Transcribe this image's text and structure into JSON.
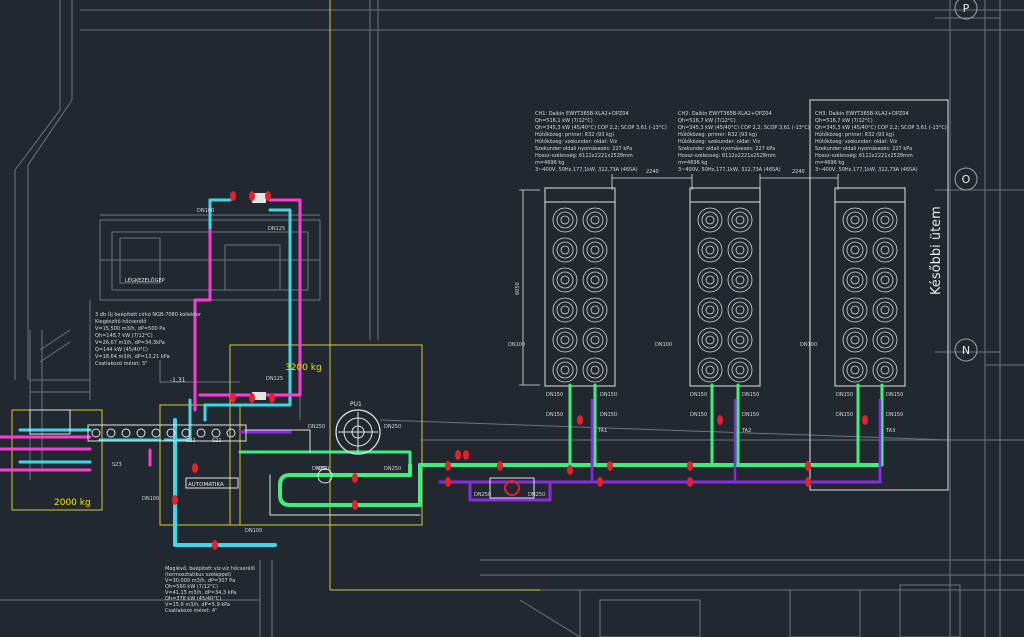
{
  "grid_markers": [
    "P",
    "O",
    "N"
  ],
  "chillers": [
    {
      "id": "CH1",
      "spec": [
        "CH1: Daikin EWYT365B-XLA2+OPZ04",
        "Qh=516,1 kW (7/12°C)",
        "Qh=345,3 kW (45/40°C) COP 2,2; SCOP 3,61 (-13°C)",
        "Hűtőközeg: primer: R32 (93 kg)",
        "Hűtőközeg: szekunder: oldat: Víz",
        "Szekunder oldali nyomásesés: 227 kPa",
        "Hossz-szélesség: 6112x2221x2528mm",
        "m=4696 kg"
      ],
      "power": "3~400V, 50Hz,177,1kW, 312,73A (465A)",
      "tag": "TA1"
    },
    {
      "id": "CH2",
      "spec": [
        "CH2: Daikin EWYT365B-XLA2+OPZ04",
        "Qh=516,7 kW (7/12°C)",
        "Qh=345,3 kW (45/40°C) COP 2,2; SCOP 3,61 (-13°C)",
        "Hűtőközeg: primer: R32 (93 kg)",
        "Hűtőközeg: szekunder: oldat: Víz",
        "Szekunder oldali nyomásesés: 227 kPa",
        "Hossz-szélesség: 6112x2221x2528mm",
        "m=4696 kg"
      ],
      "power": "3~400V, 50Hz,177,1kW, 312,73A (465A)",
      "tag": "TA2"
    },
    {
      "id": "CH3",
      "spec": [
        "CH3: Daikin EWYT365B-XLA2+OPZ04",
        "Qh=516,7 kW (7/12°C)",
        "Qh=345,3 kW (45/40°C) COP 2,2; SCOP 3,61 (-13°C)",
        "Hűtőközeg: primer: R32 (93 kg)",
        "Hűtőközeg: szekunder: oldat: Víz",
        "Szekunder oldali nyomásesés: 227 kPa",
        "Hossz-szélesség: 6112x2221x2528mm",
        "m=4696 kg"
      ],
      "power": "3~400V, 50Hz,177,1kW, 312,73A (465A)",
      "tag": "TA3"
    }
  ],
  "dim_spacing": [
    "2240",
    "2240"
  ],
  "dim_height": "6050",
  "later_phase": "Későbbi ütem",
  "pu_label": "PU1",
  "storage_3200": "3200 kg",
  "storage_2000": "2000 kg",
  "ahu_room": "LÉGKEZELŐGÉP",
  "elevation": "-1,31",
  "automatika": "AUTOMATIKA",
  "note_top": [
    "3 db Új beépített cirkó NGB-7080 kollektor",
    "Kiegészítő hőcserélő",
    "V=15,500 m3/h, dP=500 Pa",
    "Qh=148,7 kW (7/12°C)",
    "V=26,67 m3/h, dP=34,3kPa",
    "Q=144 kW (45/40°C)",
    "V=18,64 m3/h, dP=13,21 kPa",
    "Csatlakozó méret: 3\""
  ],
  "note_bottom": [
    "Meglévő, beépített víz-víz hőcserélő",
    "(termosztatikus szeleppel)",
    "V=30,000 m3/h, dP=307 Pa",
    "Qh=560 kW (7/12°C)",
    "V=41,15 m3/h, dP=34,3 kPa",
    "Qh=378 kW (45/40°C)",
    "V=15,9 m3/h, dP=5,9 kPa",
    "Csatlakozó méret: 4\""
  ],
  "pipe_labels": {
    "dn100_top": "DN100",
    "dn125_top": "DN125",
    "dn125_mid": "DN125",
    "dn250_a": "DN250",
    "dn250_b": "DN250",
    "dn250_c": "DN250",
    "dn250_d": "DN250",
    "dn250_e": "DN250",
    "dn250_f": "DN250",
    "dn150_a": "DN150",
    "dn150_b": "DN150",
    "dn150_c": "DN150",
    "dn150_d": "DN150",
    "dn150_e": "DN150",
    "dn150_f": "DN150",
    "dn150_g": "DN150",
    "dn150_h": "DN150",
    "dn150_i": "DN150",
    "dn150_j": "DN150",
    "dn150_k": "DN150",
    "dn150_l": "DN150",
    "dn100_r1": "DN100",
    "dn100_r2": "DN100",
    "dn100_r3": "DN100",
    "dn100_bot": "DN100",
    "dn100_b2": "DN100"
  },
  "valve_labels": {
    "s21": "S21",
    "s22": "S22",
    "s23": "S23",
    "mb1": "MB1"
  },
  "colors": {
    "background": "#212830",
    "cyan_pipe": "#3fd8e8",
    "magenta_pipe": "#ff3ad8",
    "green_pipe": "#3cf080",
    "violet_pipe": "#8a2be2",
    "red_marker": "#e8202a",
    "yellow_frame": "#d8cc30",
    "white_line": "#e4e4e4",
    "grey_line": "#6c7480"
  }
}
